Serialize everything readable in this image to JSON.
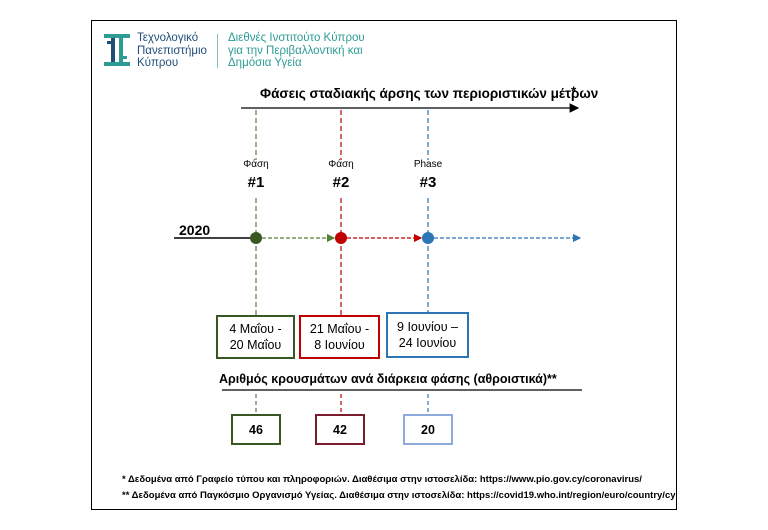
{
  "header": {
    "university_name": "Τεχνολογικό\nΠανεπιστήμιο\nΚύπρου",
    "institute_name": "Διεθνές Ινστιτούτο Κύπρου\nγια την Περιβαλλοντική και\nΔημόσια Υγεία"
  },
  "diagram": {
    "title": "Φάσεις σταδιακής άρσης των περιοριστικών μέτρων",
    "title_marker": "*",
    "year": "2020",
    "phases": [
      {
        "word": "Φάση",
        "number": "#1",
        "dates": "4 Μαΐου -\n20 Μαΐου",
        "cases": "46",
        "color": "#385723",
        "light_color": "#548235"
      },
      {
        "word": "Φάση",
        "number": "#2",
        "dates": "21 Μαΐου -\n8 Ιουνίου",
        "cases": "42",
        "color": "#C00000",
        "light_color": "#C00000"
      },
      {
        "word": "Phase",
        "number": "#3",
        "dates": "9 Ιουνίου –\n24 Ιουνίου",
        "cases": "20",
        "color": "#2E75B6",
        "light_color": "#9DC3E6"
      }
    ],
    "cases_title": "Αριθμός κρουσμάτων ανά διάρκεια φάσης (αθροιστικά)**",
    "colors": {
      "logo_blue": "#1f4e79",
      "logo_teal": "#2e9c95",
      "box_blue": "#8faadc",
      "box_green": "#385723",
      "box_red": "#7b1c2e"
    }
  },
  "footnotes": [
    "* Δεδομένα από Γραφείο τύπου και πληροφοριών. Διαθέσιμα στην ιστοσελίδα: https://www.pio.gov.cy/coronavirus/",
    "** Δεδομένα από Παγκόσμιο Οργανισμό Υγείας. Διαθέσιμα στην ιστοσελίδα: https://covid19.who.int/region/euro/country/cy"
  ]
}
